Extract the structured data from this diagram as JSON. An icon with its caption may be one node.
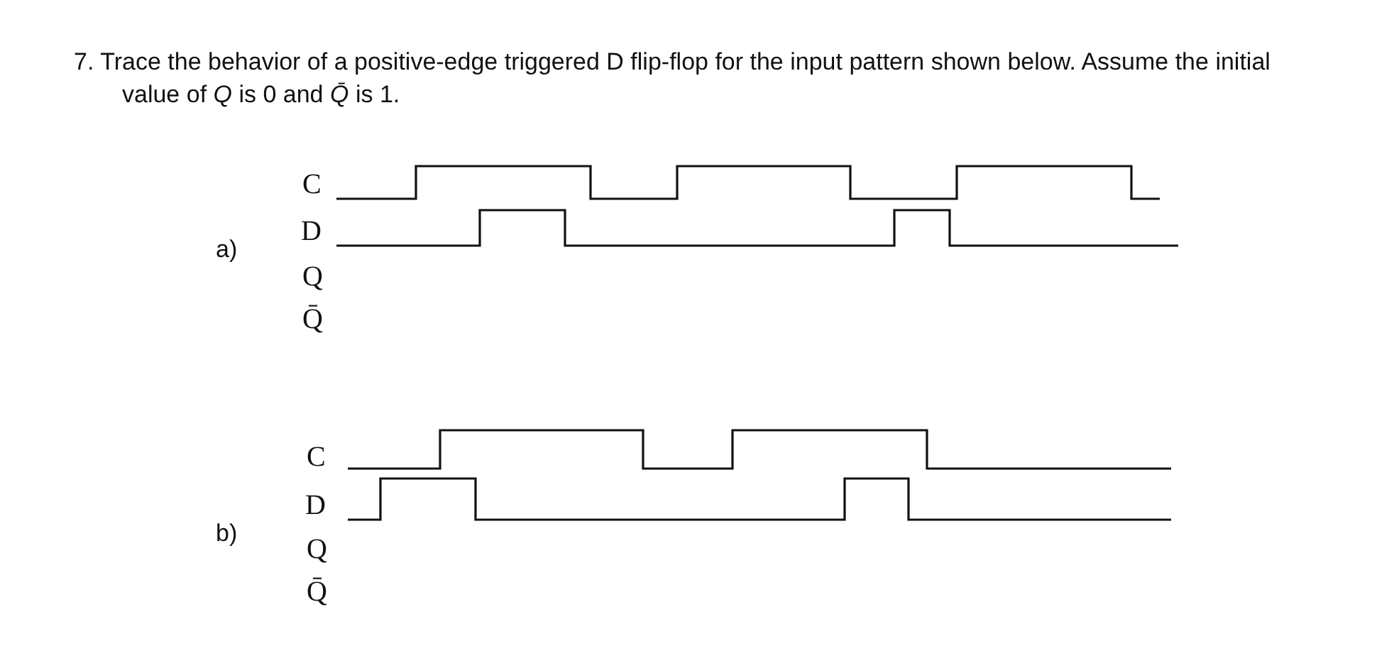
{
  "diagram": {
    "title": "7. Trace the behavior of a positive-edge triggered D flip-flop for the input pattern shown below. Assume the initial value of *Q* is 0 and *Q̄* is 1.",
    "labels": [
      "a)",
      "C",
      "D",
      "Q",
      "Q̄",
      "b)",
      "C",
      "D",
      "Q",
      "Q̄"
    ]
  }
}
